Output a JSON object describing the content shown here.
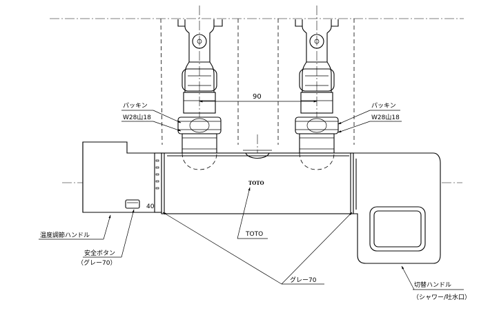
{
  "dimension": {
    "value": "90"
  },
  "labels": {
    "packing_left": "パッキン",
    "thread_left": "W28山18",
    "packing_right": "パッキン",
    "thread_right": "W28山18",
    "temp_handle": "温度調節ハンドル",
    "safety_button": "安全ボタン",
    "safety_button_color": "（グレー70）",
    "toto_callout": "TOTO",
    "gray_callout": "グレー70",
    "switch_handle": "切替ハンドル",
    "switch_handle_modes": "（シャワー/吐水口）"
  },
  "body_marks": {
    "brand": "TOTO",
    "temp_scale_number": "40"
  }
}
